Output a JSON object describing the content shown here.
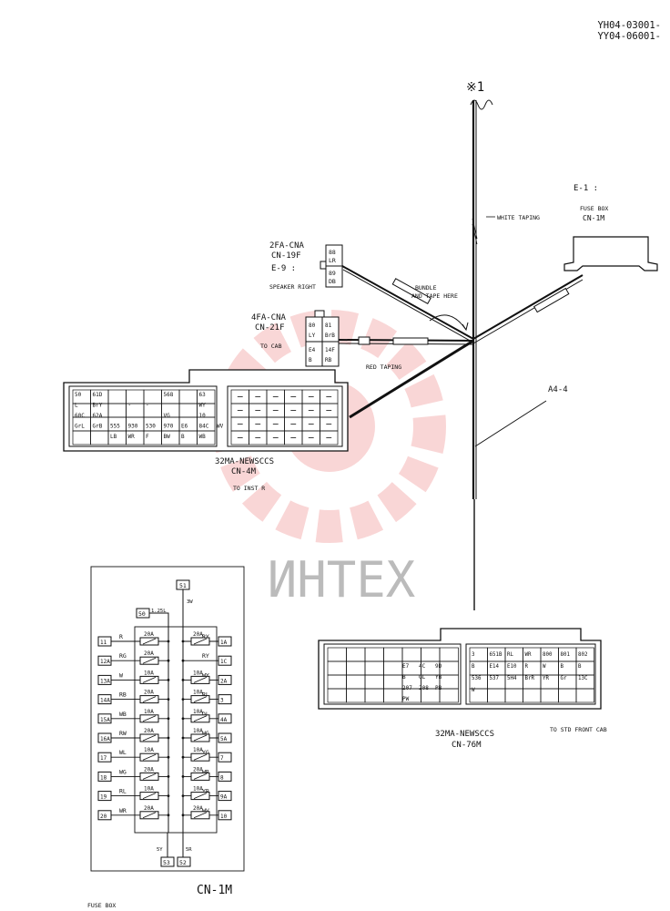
{
  "header": {
    "doc_codes": [
      "YH04-03001-",
      "YY04-06001-"
    ]
  },
  "harness": {
    "ref_mark": "※1",
    "white_taping": "WHITE TAPING",
    "bundle": [
      "BUNDLE",
      "AND TAPE HERE"
    ],
    "red_taping": "RED TAPING",
    "branch": "A4-4"
  },
  "fuse_box_top": {
    "title": "E-1 :",
    "name": "FUSE BOX",
    "code": "CN-1M"
  },
  "cn19f": {
    "type": "2FA-CNA",
    "code": "CN-19F",
    "id": "E-9 :",
    "label": "SPEAKER RIGHT",
    "cells": [
      [
        "88"
      ],
      [
        "LR"
      ],
      [
        "89"
      ],
      [
        "DB"
      ]
    ]
  },
  "cn21f": {
    "type": "4FA-CNA",
    "code": "CN-21F",
    "label": "TO CAB",
    "cells": [
      [
        "80",
        "81"
      ],
      [
        "LY",
        "BrB"
      ],
      [
        "E4",
        "14F"
      ],
      [
        "B",
        "RB"
      ]
    ]
  },
  "cn4m": {
    "type": "32MA-NEWSCCS",
    "code": "CN-4M",
    "label": "TO INST R",
    "rows": [
      [
        "50",
        "61D",
        "",
        "",
        "",
        "568",
        "",
        "63"
      ],
      [
        "L",
        "BrY",
        "",
        "-",
        "-",
        "",
        "",
        "WY"
      ],
      [
        "60C",
        "62A",
        "",
        "",
        "",
        "VG",
        "",
        "10"
      ],
      [
        "GrL",
        "GrB",
        "555",
        "930",
        "530",
        "970",
        "E6",
        "84C",
        "WV"
      ],
      [
        "",
        "",
        "LB",
        "WR",
        "F",
        "BW",
        "B",
        "WB"
      ]
    ]
  },
  "cn76m": {
    "type": "32MA-NEWSCCS",
    "code": "CN-76M",
    "label": "TO STD FRONT CAB",
    "left_cells": [
      "E7",
      "4C",
      "9D",
      "B",
      "GL",
      "YB",
      "207",
      "208",
      "PB",
      "PW"
    ],
    "right_cells": [
      "3",
      "651B",
      "RL",
      "WR",
      "800",
      "801",
      "802",
      "B",
      "E14",
      "E10",
      "R",
      "W",
      "B",
      "B",
      "536",
      "537",
      "5H4",
      "BrR",
      "YR",
      "Gr",
      "13C",
      "W"
    ]
  },
  "fuse_box": {
    "title": "CN-1M",
    "caption": "FUSE BOX",
    "top_terminal": "51",
    "top_wire": "3W",
    "feed_terminal": "50",
    "feed_wire": "1.25L",
    "bottom_terminals": [
      "53",
      "52"
    ],
    "bottom_wires": [
      "5Y",
      "5R"
    ],
    "left": [
      {
        "term": "11",
        "wire": "R",
        "fuse": "20A"
      },
      {
        "term": "12A",
        "wire": "RG",
        "fuse": "20A"
      },
      {
        "term": "13A",
        "wire": "W",
        "fuse": "10A"
      },
      {
        "term": "14A",
        "wire": "RB",
        "fuse": "20A"
      },
      {
        "term": "15A",
        "wire": "WB",
        "fuse": "10A"
      },
      {
        "term": "16A",
        "wire": "RW",
        "fuse": "20A"
      },
      {
        "term": "17",
        "wire": "WL",
        "fuse": "10A"
      },
      {
        "term": "18",
        "wire": "WG",
        "fuse": "20A"
      },
      {
        "term": "19",
        "wire": "RL",
        "fuse": "10A"
      },
      {
        "term": "20",
        "wire": "WR",
        "fuse": "20A"
      }
    ],
    "right": [
      {
        "term": "1A",
        "wire": "RY",
        "fuse": "20A",
        "top_wire": "RY"
      },
      {
        "term": "1C",
        "wire": "RY",
        "fuse": ""
      },
      {
        "term": "2A",
        "wire": "WY",
        "fuse": "10A"
      },
      {
        "term": "3",
        "wire": "RL",
        "fuse": "10A"
      },
      {
        "term": "4A",
        "wire": "DL",
        "fuse": "10A"
      },
      {
        "term": "5A",
        "wire": "WG",
        "fuse": "10A"
      },
      {
        "term": "7",
        "wire": "YG",
        "fuse": "10A"
      },
      {
        "term": "8",
        "wire": "WR",
        "fuse": "20A"
      },
      {
        "term": "9A",
        "wire": "YB",
        "fuse": "10A"
      },
      {
        "term": "10",
        "wire": "WV",
        "fuse": "20A"
      }
    ]
  },
  "watermark": "ИНТЕХ"
}
